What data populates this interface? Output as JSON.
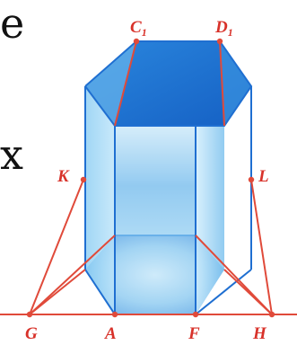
{
  "text_fragments": [
    "e",
    "x"
  ],
  "labels": {
    "C1": {
      "main": "C",
      "sub": "1"
    },
    "D1": {
      "main": "D",
      "sub": "1"
    },
    "K": "K",
    "L": "L",
    "G": "G",
    "A": "A",
    "F": "F",
    "H": "H"
  },
  "colors": {
    "construction": "#e04a3a",
    "edge": "#1f6fd1",
    "face_dark": "#1f78d8",
    "face_light": "#9fd6f5",
    "label": "#d8322a",
    "text": "#111111"
  }
}
